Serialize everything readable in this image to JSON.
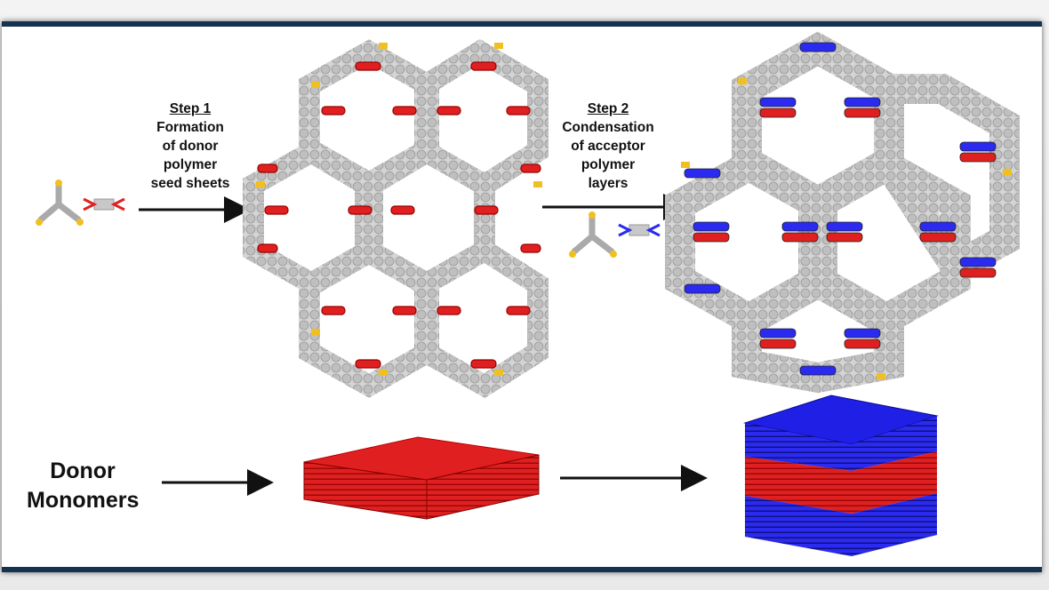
{
  "step1": {
    "heading": "Step 1",
    "lines": [
      "Formation",
      "of donor",
      "polymer",
      "seed sheets"
    ]
  },
  "step2": {
    "heading": "Step 2",
    "lines": [
      "Condensation",
      "of acceptor",
      "polymer",
      "layers"
    ]
  },
  "donor_label": [
    "Donor",
    "Monomers"
  ],
  "colors": {
    "frame": "#15324f",
    "donor": "#e02020",
    "acceptor": "#2020e0",
    "linker": "#c8c8c8",
    "tip": "#f0c020"
  }
}
